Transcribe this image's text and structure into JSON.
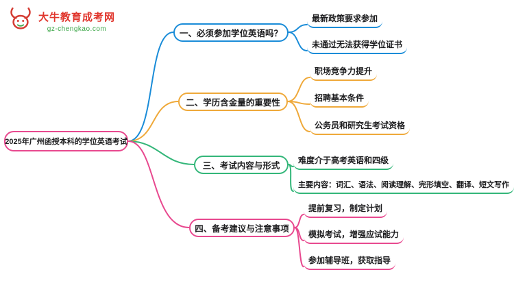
{
  "logo": {
    "title": "大牛教育成考网",
    "subtitle": "gz-chengkao.com",
    "brand_red": "#e0342b",
    "brand_green": "#3aa546"
  },
  "mindmap": {
    "root": {
      "label": "2025年广州函授本科的学位英语考试",
      "color": "#e8498f"
    },
    "branches": [
      {
        "label": "一、必须参加学位英语吗？",
        "color": "#1a8cd8",
        "children": [
          "最新政策要求参加",
          "未通过无法获得学位证书"
        ]
      },
      {
        "label": "二、学历含金量的重要性",
        "color": "#efa93a",
        "children": [
          "职场竞争力提升",
          "招聘基本条件",
          "公务员和研究生考试资格"
        ]
      },
      {
        "label": "三、考试内容与形式",
        "color": "#33b679",
        "children": [
          "难度介于高考英语和四级",
          "主要内容：词汇、语法、阅读理解、完形填空、翻译、短文写作"
        ]
      },
      {
        "label": "四、备考建议与注意事项",
        "color": "#e8498f",
        "children": [
          "提前复习，制定计划",
          "模拟考试，增强应试能力",
          "参加辅导班，获取指导"
        ]
      }
    ]
  }
}
